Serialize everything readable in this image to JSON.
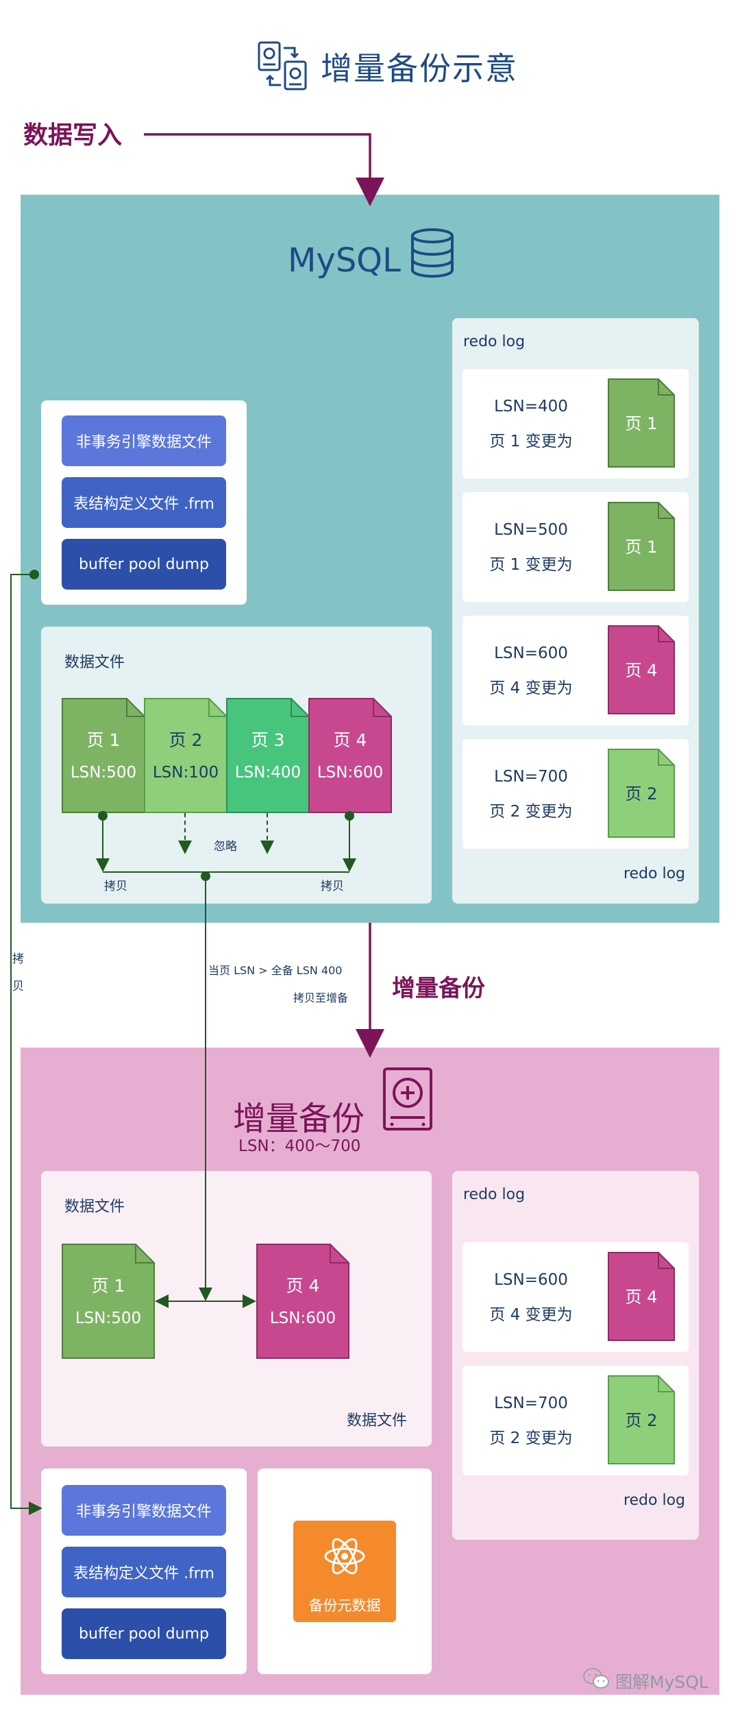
{
  "title": "增量备份示意",
  "write_label": "数据写入",
  "mysql": {
    "label": "MySQL",
    "pills": [
      "非事务引擎数据文件",
      "表结构定义文件 .frm",
      "buffer pool dump"
    ],
    "datafile_title": "数据文件",
    "pages": [
      {
        "name": "页 1",
        "lsn": "LSN:500",
        "color": "#7db463"
      },
      {
        "name": "页 2",
        "lsn": "LSN:100",
        "color": "#8ed07a"
      },
      {
        "name": "页 3",
        "lsn": "LSN:400",
        "color": "#47c57d"
      },
      {
        "name": "页 4",
        "lsn": "LSN:600",
        "color": "#c8488f"
      }
    ],
    "copy_left": "拷贝",
    "copy_right": "拷贝",
    "ignore": "忽略",
    "redo_title": "redo log",
    "redo_footer": "redo log",
    "redo_entries": [
      {
        "lsn": "LSN=400",
        "desc": "页 1 变更为",
        "page": "页 1",
        "color": "#7db463"
      },
      {
        "lsn": "LSN=500",
        "desc": "页 1 变更为",
        "page": "页 1",
        "color": "#7db463"
      },
      {
        "lsn": "LSN=600",
        "desc": "页 4 变更为",
        "page": "页 4",
        "color": "#c8488f"
      },
      {
        "lsn": "LSN=700",
        "desc": "页 2 变更为",
        "page": "页 2",
        "color": "#8ed07a"
      }
    ]
  },
  "side_copy": [
    "拷",
    "贝"
  ],
  "condition_line1": "当页 LSN > 全备 LSN 400",
  "condition_line2": "拷贝至增备",
  "incremental_arrow_label": "增量备份",
  "backup": {
    "title": "增量备份",
    "range": "LSN：400～700",
    "datafile_title": "数据文件",
    "datafile_footer": "数据文件",
    "pages": [
      {
        "name": "页 1",
        "lsn": "LSN:500",
        "color": "#7db463"
      },
      {
        "name": "页 4",
        "lsn": "LSN:600",
        "color": "#c8488f"
      }
    ],
    "redo_title": "redo log",
    "redo_footer": "redo log",
    "redo_entries": [
      {
        "lsn": "LSN=600",
        "desc": "页 4 变更为",
        "page": "页 4",
        "color": "#c8488f"
      },
      {
        "lsn": "LSN=700",
        "desc": "页 2 变更为",
        "page": "页 2",
        "color": "#8ed07a"
      }
    ],
    "pills": [
      "非事务引擎数据文件",
      "表结构定义文件 .frm",
      "buffer pool dump"
    ],
    "meta_label": "备份元数据"
  },
  "watermark": "图解MySQL",
  "colors": {
    "pill1": "#5b77dc",
    "pill2": "#3f64c6",
    "pill3": "#2c4fa9",
    "teal": "#84c3c5",
    "pink": "#e6afd1",
    "purple": "#7b1459",
    "meta": "#f58a2c"
  }
}
